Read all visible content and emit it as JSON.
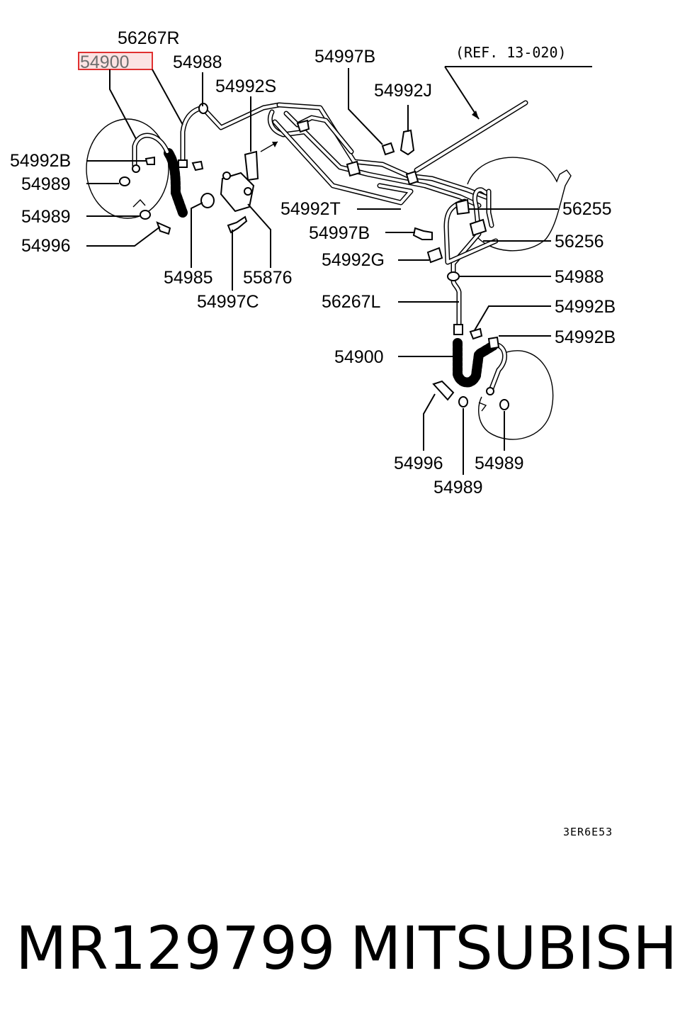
{
  "labels": {
    "l56267R": "56267R",
    "l54900_top": "54900",
    "l54988_top": "54988",
    "l54997B_top": "54997B",
    "l54992S": "54992S",
    "l54992J": "54992J",
    "l54992B_left": "54992B",
    "l54989_left_a": "54989",
    "l54989_left_b": "54989",
    "l54996_left": "54996",
    "l54985": "54985",
    "l55876": "55876",
    "l54997C": "54997C",
    "l54992T": "54992T",
    "l56255": "56255",
    "l54997B_mid": "54997B",
    "l56256": "56256",
    "l54992G": "54992G",
    "l54988_right": "54988",
    "l56267L": "56267L",
    "l54992B_right_a": "54992B",
    "l54992B_right_b": "54992B",
    "l54900_bottom": "54900",
    "l54996_bottom": "54996",
    "l54989_bottom_a": "54989",
    "l54989_bottom_b": "54989"
  },
  "reference": "(REF. 13-020)",
  "drawing_code": "3ER6E53",
  "highlight_color": "#e03030",
  "highlight_fill": "#fbe3e3",
  "footer": {
    "part_number": "MR129799",
    "brand": "MITSUBISHI"
  }
}
